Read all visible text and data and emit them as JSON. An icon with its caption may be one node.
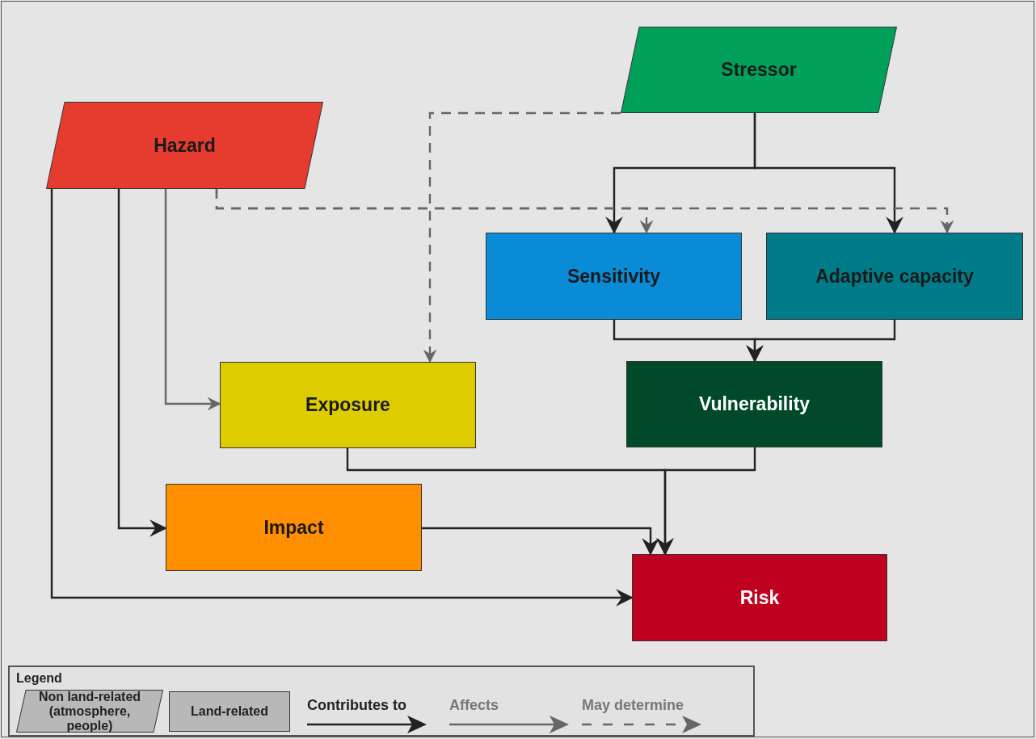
{
  "diagram": {
    "nodes": [
      {
        "text": [
          "Stressor"
        ]
      },
      {
        "text": [
          "Hazard"
        ]
      },
      {
        "text": [
          "Sensitivity"
        ]
      },
      {
        "text": [
          "Adaptive capacity"
        ]
      },
      {
        "text": [
          "Exposure"
        ]
      },
      {
        "text": [
          "Vulnerability"
        ]
      },
      {
        "text": [
          "Impact"
        ]
      },
      {
        "text": [
          "Risk"
        ]
      }
    ],
    "edges": [
      {
        "from": 0,
        "to": 2,
        "arrow": "to"
      },
      {
        "from": 0,
        "to": 3,
        "arrow": "to"
      },
      {
        "from": 0,
        "to": 4,
        "arrow": "to",
        "style": "dashed",
        "color": "#666666"
      },
      {
        "from": 1,
        "to": 2,
        "arrow": "to",
        "style": "dashed",
        "color": "#666666"
      },
      {
        "from": 1,
        "to": 3,
        "arrow": "to",
        "style": "dashed",
        "color": "#666666"
      },
      {
        "from": 1,
        "to": 4,
        "arrow": "to",
        "color": "#666666"
      },
      {
        "from": 1,
        "to": 6,
        "arrow": "to"
      },
      {
        "from": 1,
        "to": 7,
        "arrow": "to"
      },
      {
        "from": 2,
        "to": 5,
        "arrow": "to"
      },
      {
        "from": 3,
        "to": 5,
        "arrow": "to"
      },
      {
        "from": 4,
        "to": 7,
        "arrow": "to"
      },
      {
        "from": 5,
        "to": 7,
        "arrow": "to"
      },
      {
        "from": 6,
        "to": 7,
        "arrow": "to"
      }
    ],
    "labels": [
      "Legend"
    ],
    "legend": [
      {
        "text": "Non land-related (atmosphere, people)"
      },
      {
        "text": "Land-related"
      },
      {
        "text": "Contributes to"
      },
      {
        "text": "Affects"
      },
      {
        "text": "May determine"
      }
    ]
  }
}
